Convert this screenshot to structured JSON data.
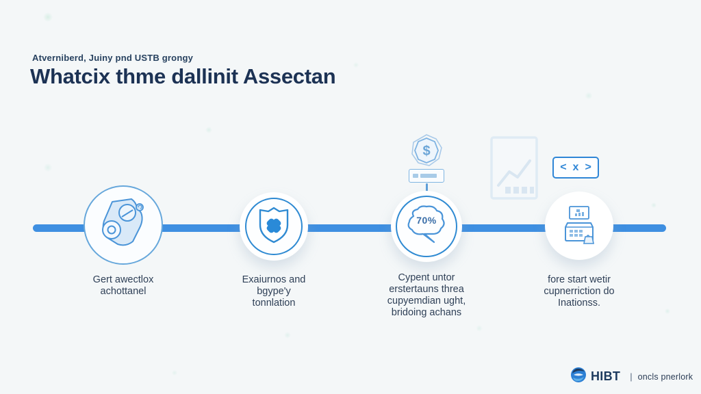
{
  "header": {
    "subtitle": "Atverniberd, Juiny pnd USTB grongy",
    "title": "Whatcix thme dallinit Assectan"
  },
  "decorations": {
    "badge_symbol": "$",
    "arrows": {
      "left": "<",
      "mid": "x",
      "right": ">"
    }
  },
  "steps": [
    {
      "icon": "blob-document-icon",
      "label": "Gert awectlox\nachottanel"
    },
    {
      "icon": "shield-icon",
      "label": "Exaiurnos and\nbgype'y\ntonnlation"
    },
    {
      "icon": "speech-bubble-icon",
      "bubble": "70%",
      "label": "Cypent untor\nerstertauns threa\ncupyemdian ught,\nbridoing achans"
    },
    {
      "icon": "register-icon",
      "label": "fore start wetir\ncupnerriction do\nInationss."
    }
  ],
  "footer": {
    "brand": "HIBT",
    "divider": "|",
    "tagline": "oncls pnerlork"
  },
  "colors": {
    "accent": "#3e8fe1",
    "icon_stroke": "#4a94d8",
    "title": "#1c3254"
  }
}
